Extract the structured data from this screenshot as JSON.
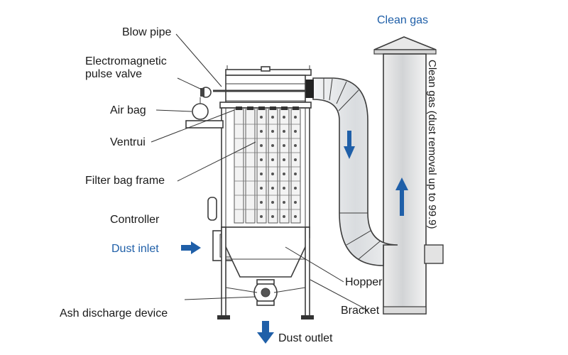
{
  "labels": {
    "blow_pipe": "Blow pipe",
    "pulse_valve_line1": "Electromagnetic",
    "pulse_valve_line2": "pulse valve",
    "air_bag": "Air bag",
    "venturi": "Ventrui",
    "filter_bag_frame": "Filter bag frame",
    "controller": "Controller",
    "dust_inlet": "Dust inlet",
    "ash_discharge": "Ash discharge device",
    "dust_outlet": "Dust outlet",
    "hopper": "Hopper",
    "bracket": "Bracket",
    "clean_gas": "Clean gas",
    "clean_gas_note": "Clean gas (dust removal up to 99.9)"
  },
  "colors": {
    "accent_text": "#1f5fa8",
    "arrow": "#1f5fa8",
    "stroke": "#3c3c3c",
    "duct_fill": "#e4e6e9"
  },
  "arrows": [
    {
      "name": "dust-inlet-arrow",
      "direction": "right"
    },
    {
      "name": "dust-outlet-arrow",
      "direction": "down"
    },
    {
      "name": "duct-down-arrow",
      "direction": "down"
    },
    {
      "name": "stack-up-arrow",
      "direction": "up"
    }
  ]
}
